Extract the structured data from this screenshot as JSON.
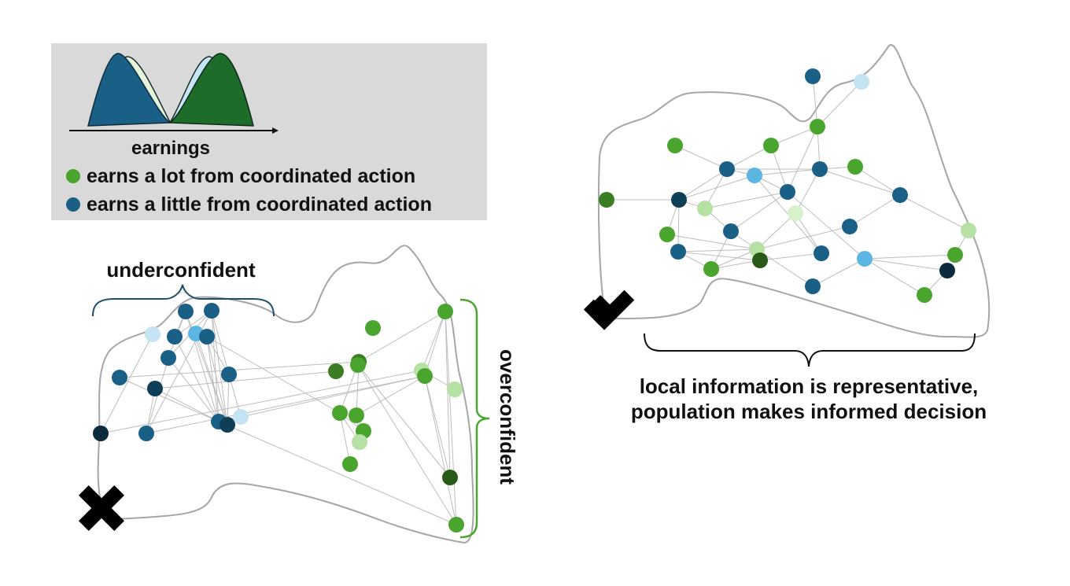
{
  "legend": {
    "axis_label": "earnings",
    "items": [
      {
        "label": "earns a lot from coordinated action",
        "color": "#4aa52e"
      },
      {
        "label": "earns a little from coordinated action",
        "color": "#1a5f85"
      }
    ],
    "background": "#d9d9d9"
  },
  "left_panel": {
    "underconfident_label": "underconfident",
    "overconfident_label": "overconfident",
    "marker": "cross-icon",
    "underconfident_bracket_color": "#1f4e6b",
    "overconfident_bracket_color": "#4aa52e"
  },
  "right_panel": {
    "caption_line1": "local information is representative,",
    "caption_line2": "population makes informed decision",
    "marker": "check-icon"
  },
  "colors": {
    "blue": "#1a5f85",
    "dark_blue": "#0f3e58",
    "navy": "#0c2a3c",
    "light_blue": "#c4e3f3",
    "sky_blue": "#5bb6e4",
    "green": "#4aa52e",
    "dark_green": "#3a7d22",
    "forest": "#2a5a18",
    "light_green": "#b5e2a4",
    "pale_green": "#d8f1cd",
    "curve_blue": "#1a5f85",
    "curve_green": "#1e6c2a",
    "curve_light_blue": "#c6e6f7",
    "curve_pale_green": "#e4f4dd"
  }
}
